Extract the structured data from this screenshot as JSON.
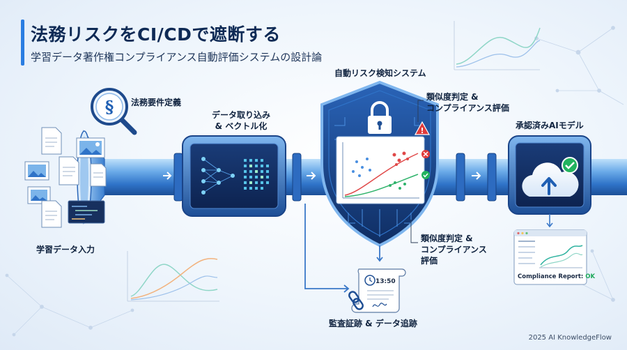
{
  "header": {
    "title": "法務リスクをCI/CDで遮断する",
    "subtitle": "学習データ著作権コンプライアンス自動評価システムの設計論"
  },
  "labels": {
    "legal_requirements": "法務要件定義",
    "training_data_input": "学習データ入力",
    "ingest_line1": "データ取り込み",
    "ingest_line2": "& ベクトル化",
    "risk_system": "自動リスク検知システム",
    "similarity_top_line1": "類似度判定 &",
    "similarity_top_line2": "コンプライアンス評価",
    "similarity_bottom_line1": "類似度判定 &",
    "similarity_bottom_line2": "コンプライアンス",
    "similarity_bottom_line3": "評価",
    "approved_model": "承認済みAIモデル",
    "audit_trail": "監査証跡 & データ追跡",
    "report_prefix": "Compliance Report: ",
    "report_status": "OK",
    "clock_time": "13:50"
  },
  "icons": [
    "legal-magnifier-icon",
    "document-icon",
    "image-icon",
    "code-file-icon",
    "lock-icon",
    "warning-icon",
    "cross-icon",
    "check-icon",
    "cloud-upload-icon",
    "clock-icon",
    "chain-link-icon",
    "signature-icon"
  ],
  "colors": {
    "pipe": "#3f86d8",
    "pipe_dark": "#1f4f94",
    "accent": "#2a7de1",
    "danger": "#e03b3b",
    "success": "#22b35e",
    "title": "#0e2a55"
  },
  "footer": "2025 AI KnowledgeFlow"
}
